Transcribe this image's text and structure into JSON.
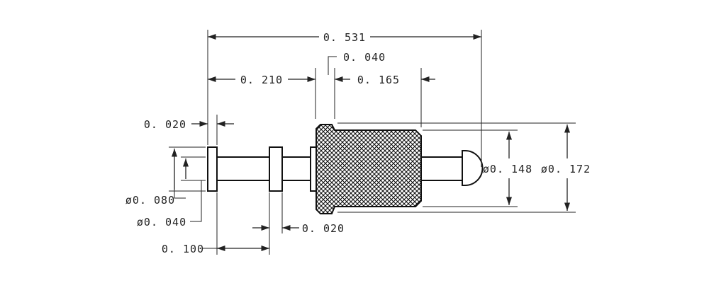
{
  "dimensions": {
    "overall_length": "0. 531",
    "body_offset": "0. 040",
    "shoulder_length": "0. 210",
    "tail_length": "0. 165",
    "flange_thickness": "0. 020",
    "flange_diameter": "ø0. 080",
    "pin_diameter": "ø0. 040",
    "collar_thickness": "0. 020",
    "flange_to_collar": "0. 100",
    "body_diameter": "ø0. 148",
    "knurl_diameter": "ø0. 172"
  },
  "colors": {
    "ink": "#222222",
    "paper": "#ffffff"
  }
}
